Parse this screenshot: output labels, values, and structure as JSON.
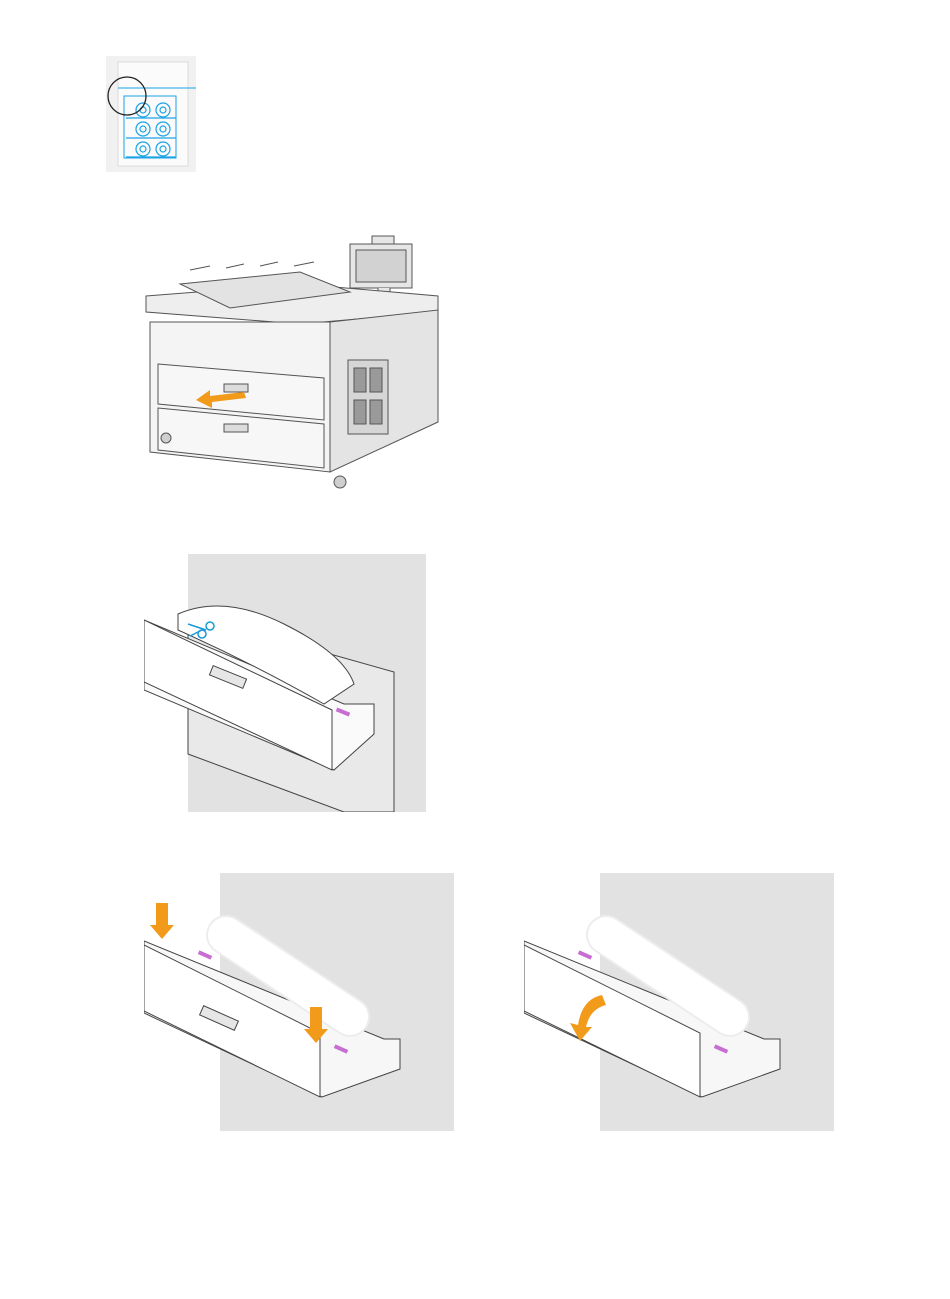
{
  "colors": {
    "locator_blue": "#1aa3e6",
    "arrow_orange": "#f29a1a",
    "guide_pink": "#c86ed2",
    "scissors_blue": "#1a9ad6",
    "panel_grey": "#e2e2e2",
    "line_dark": "#444444"
  },
  "figures": [
    {
      "id": "locator",
      "icon": "roll-drawer-locator-icon"
    },
    {
      "id": "printer",
      "icon": "printer-open-drawer-illustration"
    },
    {
      "id": "drawer_cut",
      "icon": "drawer-cut-paper-illustration"
    },
    {
      "id": "drawer_lock",
      "icon": "drawer-press-down-illustration"
    },
    {
      "id": "drawer_unlock",
      "icon": "drawer-lift-release-illustration"
    }
  ]
}
